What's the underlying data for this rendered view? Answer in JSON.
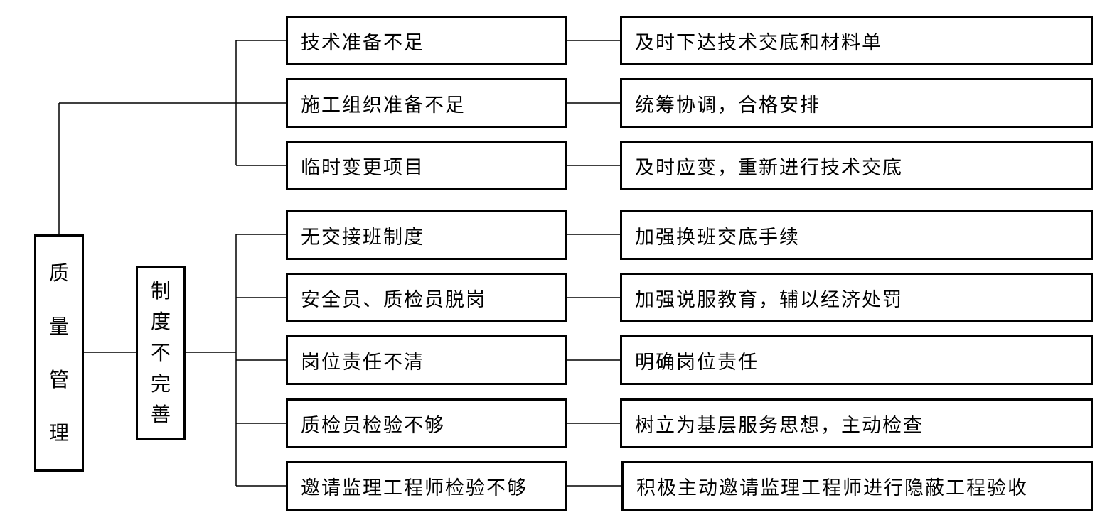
{
  "root": {
    "label": [
      "质",
      "量",
      "管",
      "理"
    ]
  },
  "sub": {
    "label": [
      "制",
      "度",
      "不",
      "完",
      "善"
    ]
  },
  "causes": [
    "技术准备不足",
    "施工组织准备不足",
    "临时变更项目",
    "无交接班制度",
    "安全员、质检员脱岗",
    "岗位责任不清",
    "质检员检验不够",
    "邀请监理工程师检验不够"
  ],
  "measures": [
    "及时下达技术交底和材料单",
    "统筹协调，合格安排",
    "及时应变，重新进行技术交底",
    "加强换班交底手续",
    "加强说服教育，辅以经济处罚",
    "明确岗位责任",
    "树立为基层服务思想，主动检查",
    "积极主动邀请监理工程师进行隐蔽工程验收"
  ]
}
